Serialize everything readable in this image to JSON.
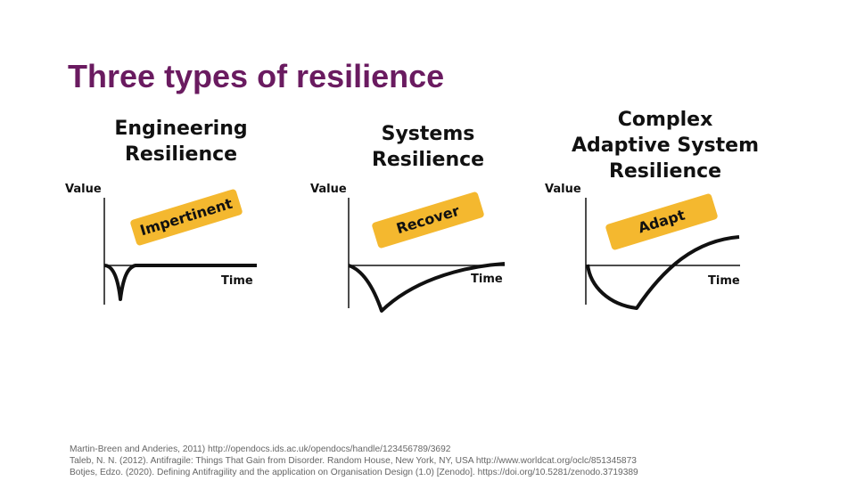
{
  "title": "Three types of resilience",
  "panels": [
    {
      "title": "Engineering\nResilience",
      "value_label": "Value",
      "time_label": "Time",
      "badge": "Impertinent"
    },
    {
      "title": "Systems\nResilience",
      "value_label": "Value",
      "time_label": "Time",
      "badge": "Recover"
    },
    {
      "title": "Complex\nAdaptive System\nResilience",
      "value_label": "Value",
      "time_label": "Time",
      "badge": "Adapt"
    }
  ],
  "references": [
    "Martin-Breen and Anderies, 2011) http://opendocs.ids.ac.uk/opendocs/handle/123456789/3692",
    "Taleb, N. N. (2012). Antifragile: Things That Gain from Disorder. Random House, New York, NY, USA http://www.worldcat.org/oclc/851345873",
    "Botjes, Edzo. (2020). Defining Antifragility and the application on Organisation Design (1.0) [Zenodo]. https://doi.org/10.5281/zenodo.3719389"
  ]
}
